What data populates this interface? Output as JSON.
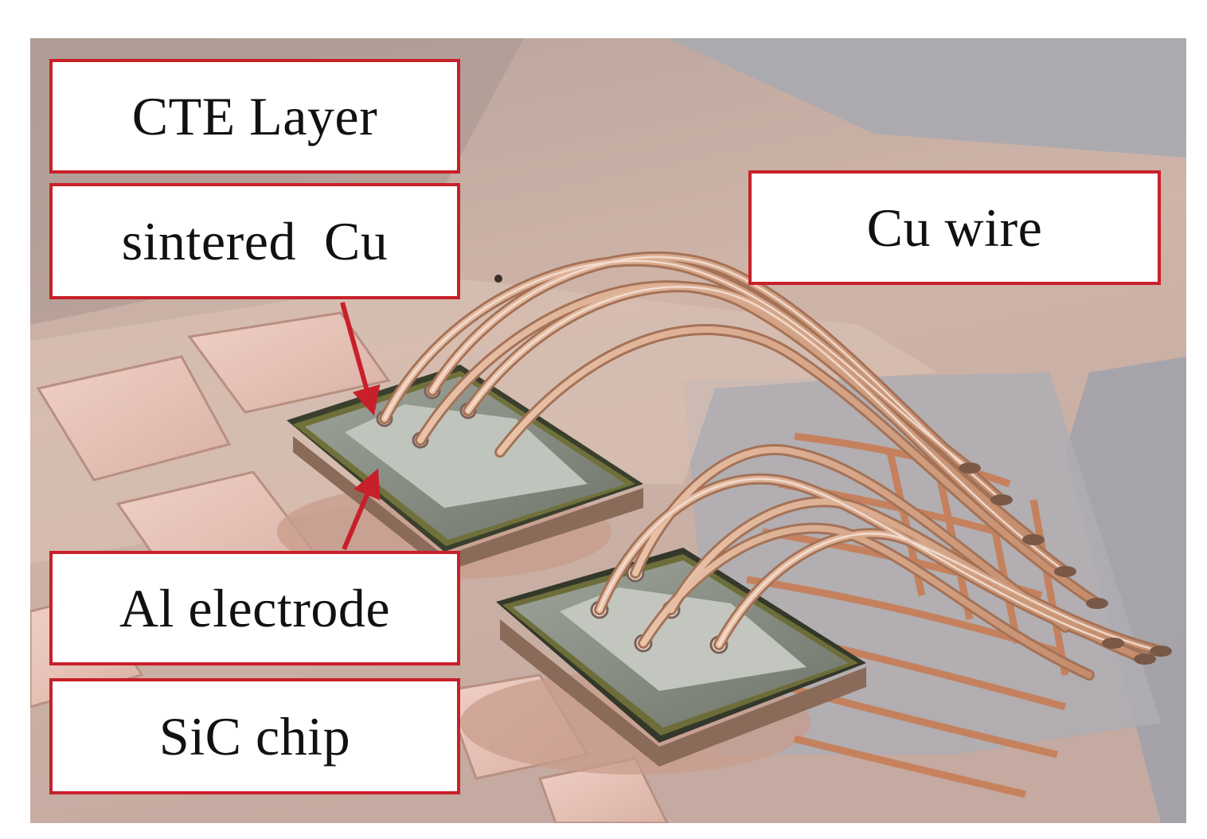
{
  "labels": {
    "cte_layer": "CTE Layer",
    "sintered_cu": "sintered  Cu",
    "cu_wire": "Cu wire",
    "al_electrode": "Al electrode",
    "sic_chip": "SiC chip"
  },
  "colors": {
    "label_border": "#c8202a",
    "arrow": "#c8202a",
    "copper": "#c98a68",
    "substrate": "#d3b9ad",
    "grey_field": "#a9aab0"
  }
}
